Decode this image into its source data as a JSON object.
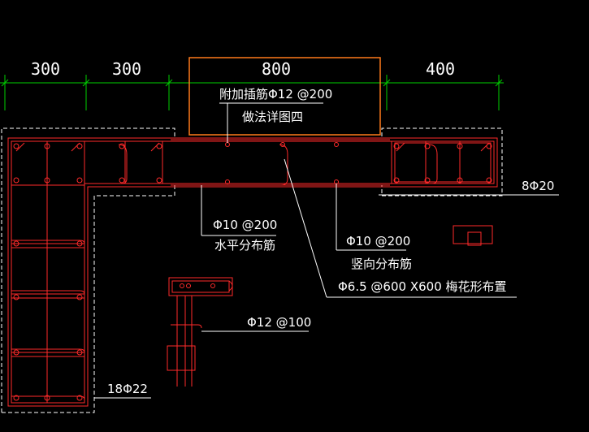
{
  "dimensions": [
    "300",
    "300",
    "800",
    "400"
  ],
  "labels": {
    "added_bar": "附加插筋Φ12 @200",
    "detail_ref": "做法详图四",
    "horizontal_spec": "Φ10 @200",
    "horizontal_desc": "水平分布筋",
    "vertical_spec": "Φ10 @200",
    "vertical_desc": "竖向分布筋",
    "tie_spec": "Φ6.5 @600 X600 梅花形布置",
    "right_longitudinal": "8Φ20",
    "left_longitudinal": "18Φ22",
    "detail_tie": "Φ12 @100"
  },
  "colors": {
    "background": "#000000",
    "rebar": "#ff2a2a",
    "dimension": "#00d000",
    "opening": "#ff7a1a",
    "outline": "#ffffff",
    "leader": "#ffffff"
  }
}
